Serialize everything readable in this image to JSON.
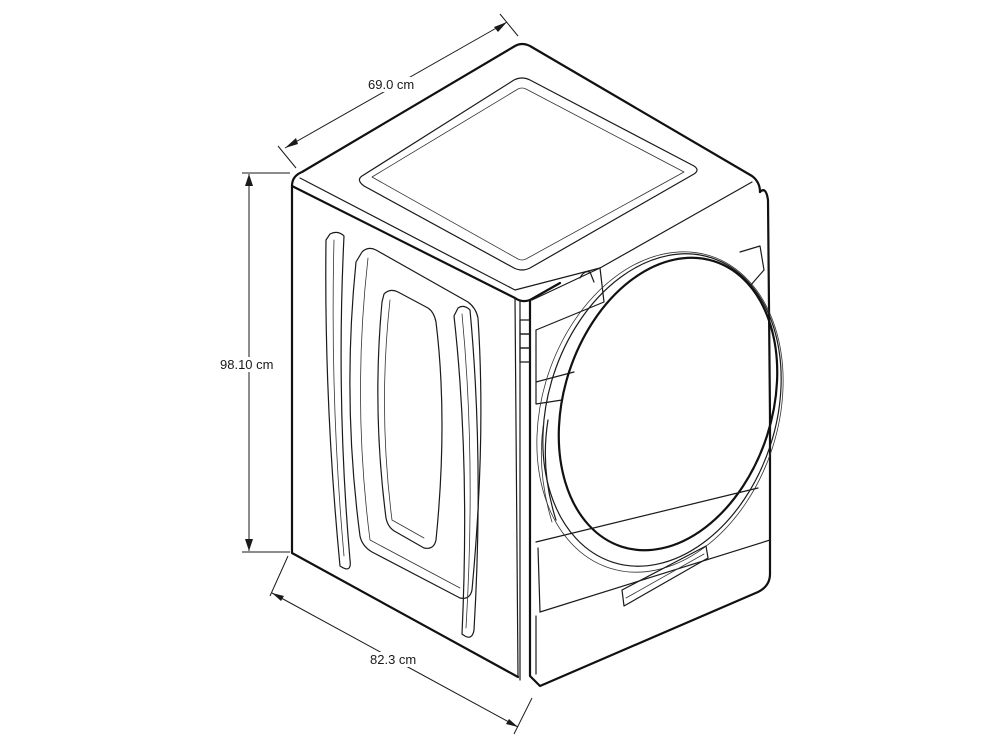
{
  "figure": {
    "subject": "Front-load washer dimension drawing",
    "line_color": "#1a1a1a",
    "background": "#ffffff"
  },
  "dimensions": {
    "depth": {
      "label": "69.0 cm",
      "value": 69.0,
      "unit": "cm"
    },
    "height": {
      "label": "98.10 cm",
      "value": 98.1,
      "unit": "cm"
    },
    "width": {
      "label": "82.3 cm",
      "value": 82.3,
      "unit": "cm"
    }
  }
}
